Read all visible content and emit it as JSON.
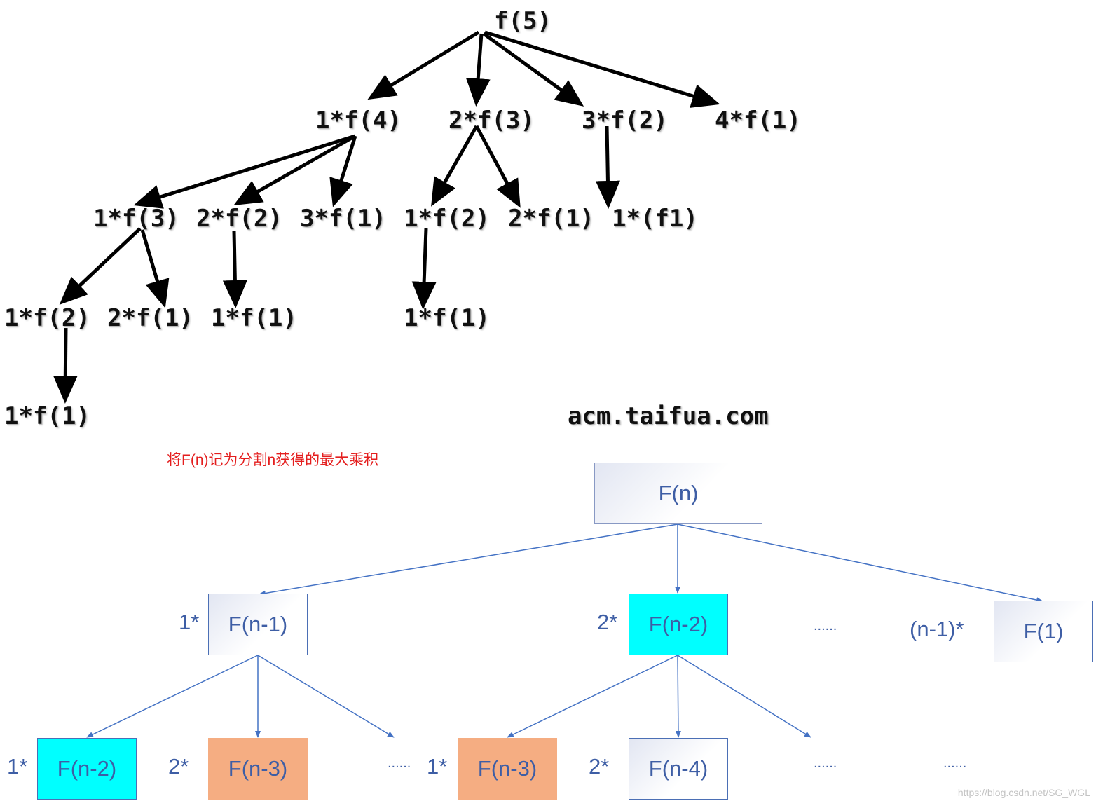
{
  "top_tree": {
    "nodes": [
      "f(5)",
      "1*f(4)",
      "2*f(3)",
      "3*f(2)",
      "4*f(1)",
      "1*f(3)",
      "2*f(2)",
      "3*f(1)",
      "1*f(2)",
      "2*f(1)",
      "1*(f1)",
      "1*f(2)",
      "2*f(1)",
      "1*f(1)",
      "1*f(1)",
      "1*f(1)"
    ],
    "watermark_site": "acm.taifua.com"
  },
  "note": "将F(n)记为分割n获得的最大乘积",
  "bottom_tree": {
    "root": "F(n)",
    "level1": [
      {
        "coef": "1*",
        "label": "F(n-1)"
      },
      {
        "coef": "2*",
        "label": "F(n-2)"
      },
      {
        "coef": "(n-1)*",
        "label": "F(1)"
      }
    ],
    "level2": [
      {
        "coef": "1*",
        "label": "F(n-2)"
      },
      {
        "coef": "2*",
        "label": "F(n-3)"
      },
      {
        "coef": "1*",
        "label": "F(n-3)"
      },
      {
        "coef": "2*",
        "label": "F(n-4)"
      }
    ],
    "ellipsis": "......"
  },
  "watermark": "https://blog.csdn.net/SG_WGL",
  "colors": {
    "box_border": "#4b6fb5",
    "box_text": "#3e5ea5",
    "cyan": "#00ffff",
    "orange": "#f5ad82",
    "note_red": "#e41e1e"
  }
}
